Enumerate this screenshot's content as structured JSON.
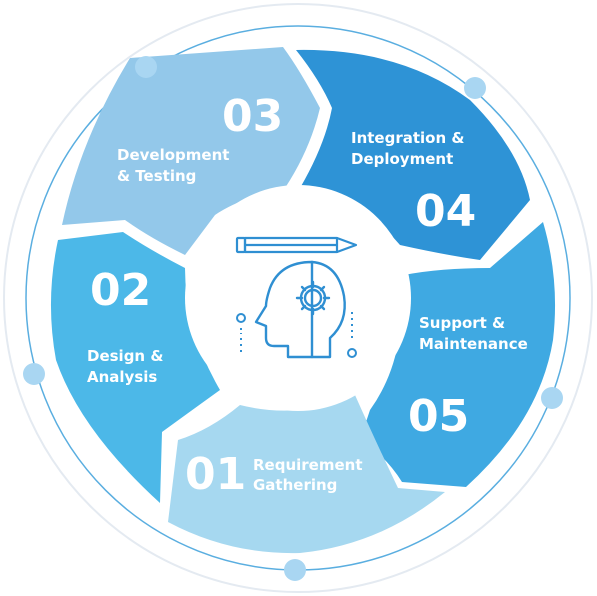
{
  "colors": {
    "ring": "#e4eaf1",
    "orbit": "#5aaee0",
    "dot": "#a9d6f2",
    "stage_01": "#a6d8f0",
    "stage_02": "#4cb8e8",
    "stage_03": "#93c8ea",
    "stage_04": "#2e93d6",
    "stage_05": "#3fa9e2",
    "icon": "#2f8fd2"
  },
  "stages": [
    {
      "number": "01",
      "label_line1": "Requirement",
      "label_line2": "Gathering"
    },
    {
      "number": "02",
      "label_line1": "Design &",
      "label_line2": "Analysis"
    },
    {
      "number": "03",
      "label_line1": "Development",
      "label_line2": "& Testing"
    },
    {
      "number": "04",
      "label_line1": "Integration &",
      "label_line2": "Deployment"
    },
    {
      "number": "05",
      "label_line1": "Support &",
      "label_line2": "Maintenance"
    }
  ],
  "center": {
    "icon": "head-gear-icon",
    "accessory_icon": "pencil-icon"
  }
}
